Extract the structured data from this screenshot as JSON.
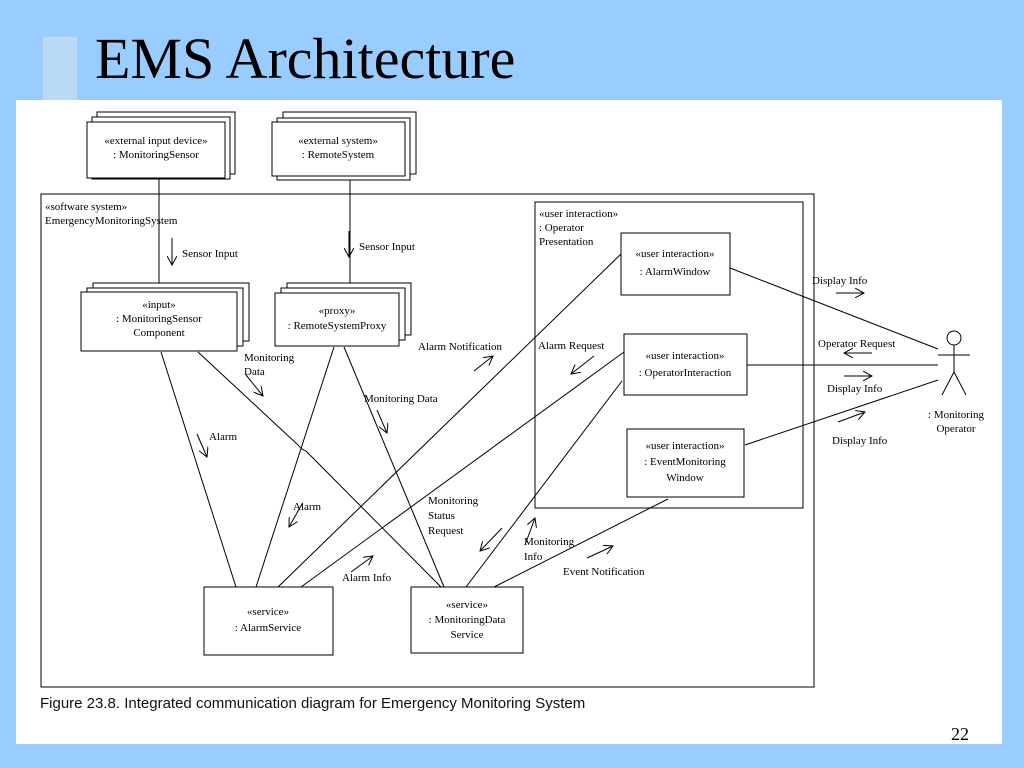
{
  "slide": {
    "title": "EMS Architecture",
    "page_number": "22"
  },
  "caption": {
    "figure_number": "Figure 23.8.",
    "text": "Integrated communication diagram for Emergency Monitoring System"
  },
  "system": {
    "stereotype": "«software system»",
    "name": "EmergencyMonitoringSystem"
  },
  "nodes": {
    "monitoring_sensor": {
      "stereotype": "«external input device»",
      "name": ": MonitoringSensor"
    },
    "remote_system": {
      "stereotype": "«external system»",
      "name": ": RemoteSystem"
    },
    "sensor_component": {
      "stereotype": "«input»",
      "name_line1": ": MonitoringSensor",
      "name_line2": "Component"
    },
    "remote_proxy": {
      "stereotype": "«proxy»",
      "name": ": RemoteSystemProxy"
    },
    "operator_presentation": {
      "stereotype": "«user interaction»",
      "name_line1": ": Operator",
      "name_line2": "Presentation"
    },
    "alarm_window": {
      "stereotype": "«user interaction»",
      "name": ": AlarmWindow"
    },
    "operator_interaction": {
      "stereotype": "«user interaction»",
      "name": ": OperatorInteraction"
    },
    "event_window": {
      "stereotype": "«user interaction»",
      "name_line1": ": EventMonitoring",
      "name_line2": "Window"
    },
    "alarm_service": {
      "stereotype": "«service»",
      "name": ": AlarmService"
    },
    "monitoring_data_service": {
      "stereotype": "«service»",
      "name_line1": ": MonitoringData",
      "name_line2": "Service"
    },
    "operator": {
      "name_line1": ": Monitoring",
      "name_line2": "Operator"
    }
  },
  "messages": {
    "sensor_input_1": "Sensor Input",
    "sensor_input_2": "Sensor Input",
    "monitoring_data_1_line1": "Monitoring",
    "monitoring_data_1_line2": "Data",
    "monitoring_data_2": "Monitoring Data",
    "alarm_1": "Alarm",
    "alarm_2": "Alarm",
    "alarm_notification": "Alarm Notification",
    "alarm_request": "Alarm Request",
    "monitoring_status_request_line1": "Monitoring",
    "monitoring_status_request_line2": "Status",
    "monitoring_status_request_line3": "Request",
    "alarm_info": "Alarm Info",
    "monitoring_info_line1": "Monitoring",
    "monitoring_info_line2": "Info",
    "event_notification": "Event Notification",
    "display_info_1": "Display Info",
    "operator_request": "Operator Request",
    "display_info_2": "Display Info",
    "display_info_3": "Display Info"
  }
}
